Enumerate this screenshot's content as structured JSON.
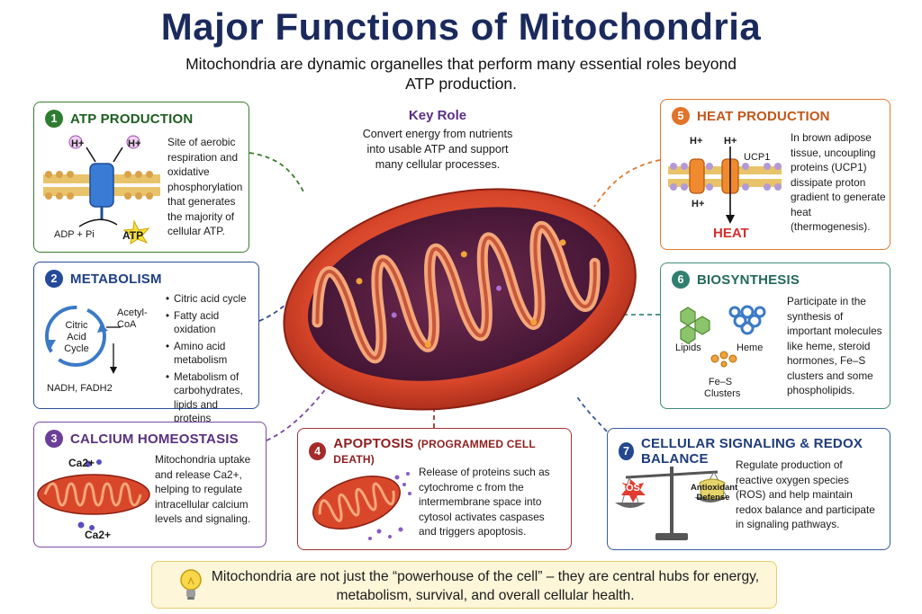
{
  "title": "Major Functions of Mitochondria",
  "subtitle": "Mitochondria are dynamic organelles that perform many essential roles beyond ATP production.",
  "key_role": {
    "title": "Key Role",
    "text": "Convert energy from nutrients into usable ATP and support many cellular processes."
  },
  "cards": {
    "atp": {
      "number": "1",
      "title": "ATP PRODUCTION",
      "description": "Site of aerobic respiration and oxidative phosphorylation that generates the majority of cellular ATP.",
      "labels": {
        "h_left": "H+",
        "h_right": "H+",
        "adp": "ADP + Pi",
        "atp": "ATP"
      }
    },
    "metabolism": {
      "number": "2",
      "title": "METABOLISM",
      "items": [
        "Citric acid cycle",
        "Fatty acid oxidation",
        "Amino acid metabolism",
        "Metabolism of carbohydrates, lipids and proteins"
      ],
      "labels": {
        "cycle": "Citric Acid Cycle",
        "acetyl": "Acetyl-CoA",
        "nadh": "NADH, FADH2"
      }
    },
    "calcium": {
      "number": "3",
      "title": "CALCIUM HOMEOSTASIS",
      "description": "Mitochondria uptake and release Ca2+, helping to regulate intracellular calcium levels and signaling.",
      "labels": {
        "ca_top": "Ca2+",
        "ca_bottom": "Ca2+"
      }
    },
    "apoptosis": {
      "number": "4",
      "title": "APOPTOSIS",
      "title_suffix": "(PROGRAMMED CELL DEATH)",
      "description": "Release of proteins such as cytochrome c from the intermembrane space into cytosol activates caspases and triggers apoptosis."
    },
    "heat": {
      "number": "5",
      "title": "HEAT PRODUCTION",
      "description": "In brown adipose tissue, uncoupling proteins (UCP1) dissipate proton gradient to generate heat (thermogenesis).",
      "labels": {
        "h1": "H+",
        "h2": "H+",
        "h3": "H+",
        "ucp1": "UCP1",
        "heat": "HEAT"
      }
    },
    "biosynthesis": {
      "number": "6",
      "title": "BIOSYNTHESIS",
      "description": "Participate in the synthesis of important molecules like heme, steroid hormones, Fe–S clusters and some phospholipids.",
      "labels": {
        "lipids": "Lipids",
        "heme": "Heme",
        "fes": "Fe–S Clusters"
      }
    },
    "signaling": {
      "number": "7",
      "title": "CELLULAR SIGNALING & REDOX BALANCE",
      "description": "Regulate production of reactive oxygen species (ROS) and help maintain redox balance and participate in signaling pathways.",
      "labels": {
        "ros": "ROS",
        "antioxidant": "Antioxidant Defense"
      }
    }
  },
  "footer": "Mitochondria are not just the “powerhouse of the cell” – they are central hubs for energy, metabolism, survival, and overall cellular health.",
  "colors": {
    "title": "#1b2a5c",
    "atp": "#2e7d32",
    "metabolism": "#254a9a",
    "calcium": "#6b3f98",
    "apoptosis": "#a52a2a",
    "heat": "#e0742a",
    "biosynthesis": "#2f8070",
    "signaling": "#24478f",
    "mitochondrion": "#d9472b"
  }
}
